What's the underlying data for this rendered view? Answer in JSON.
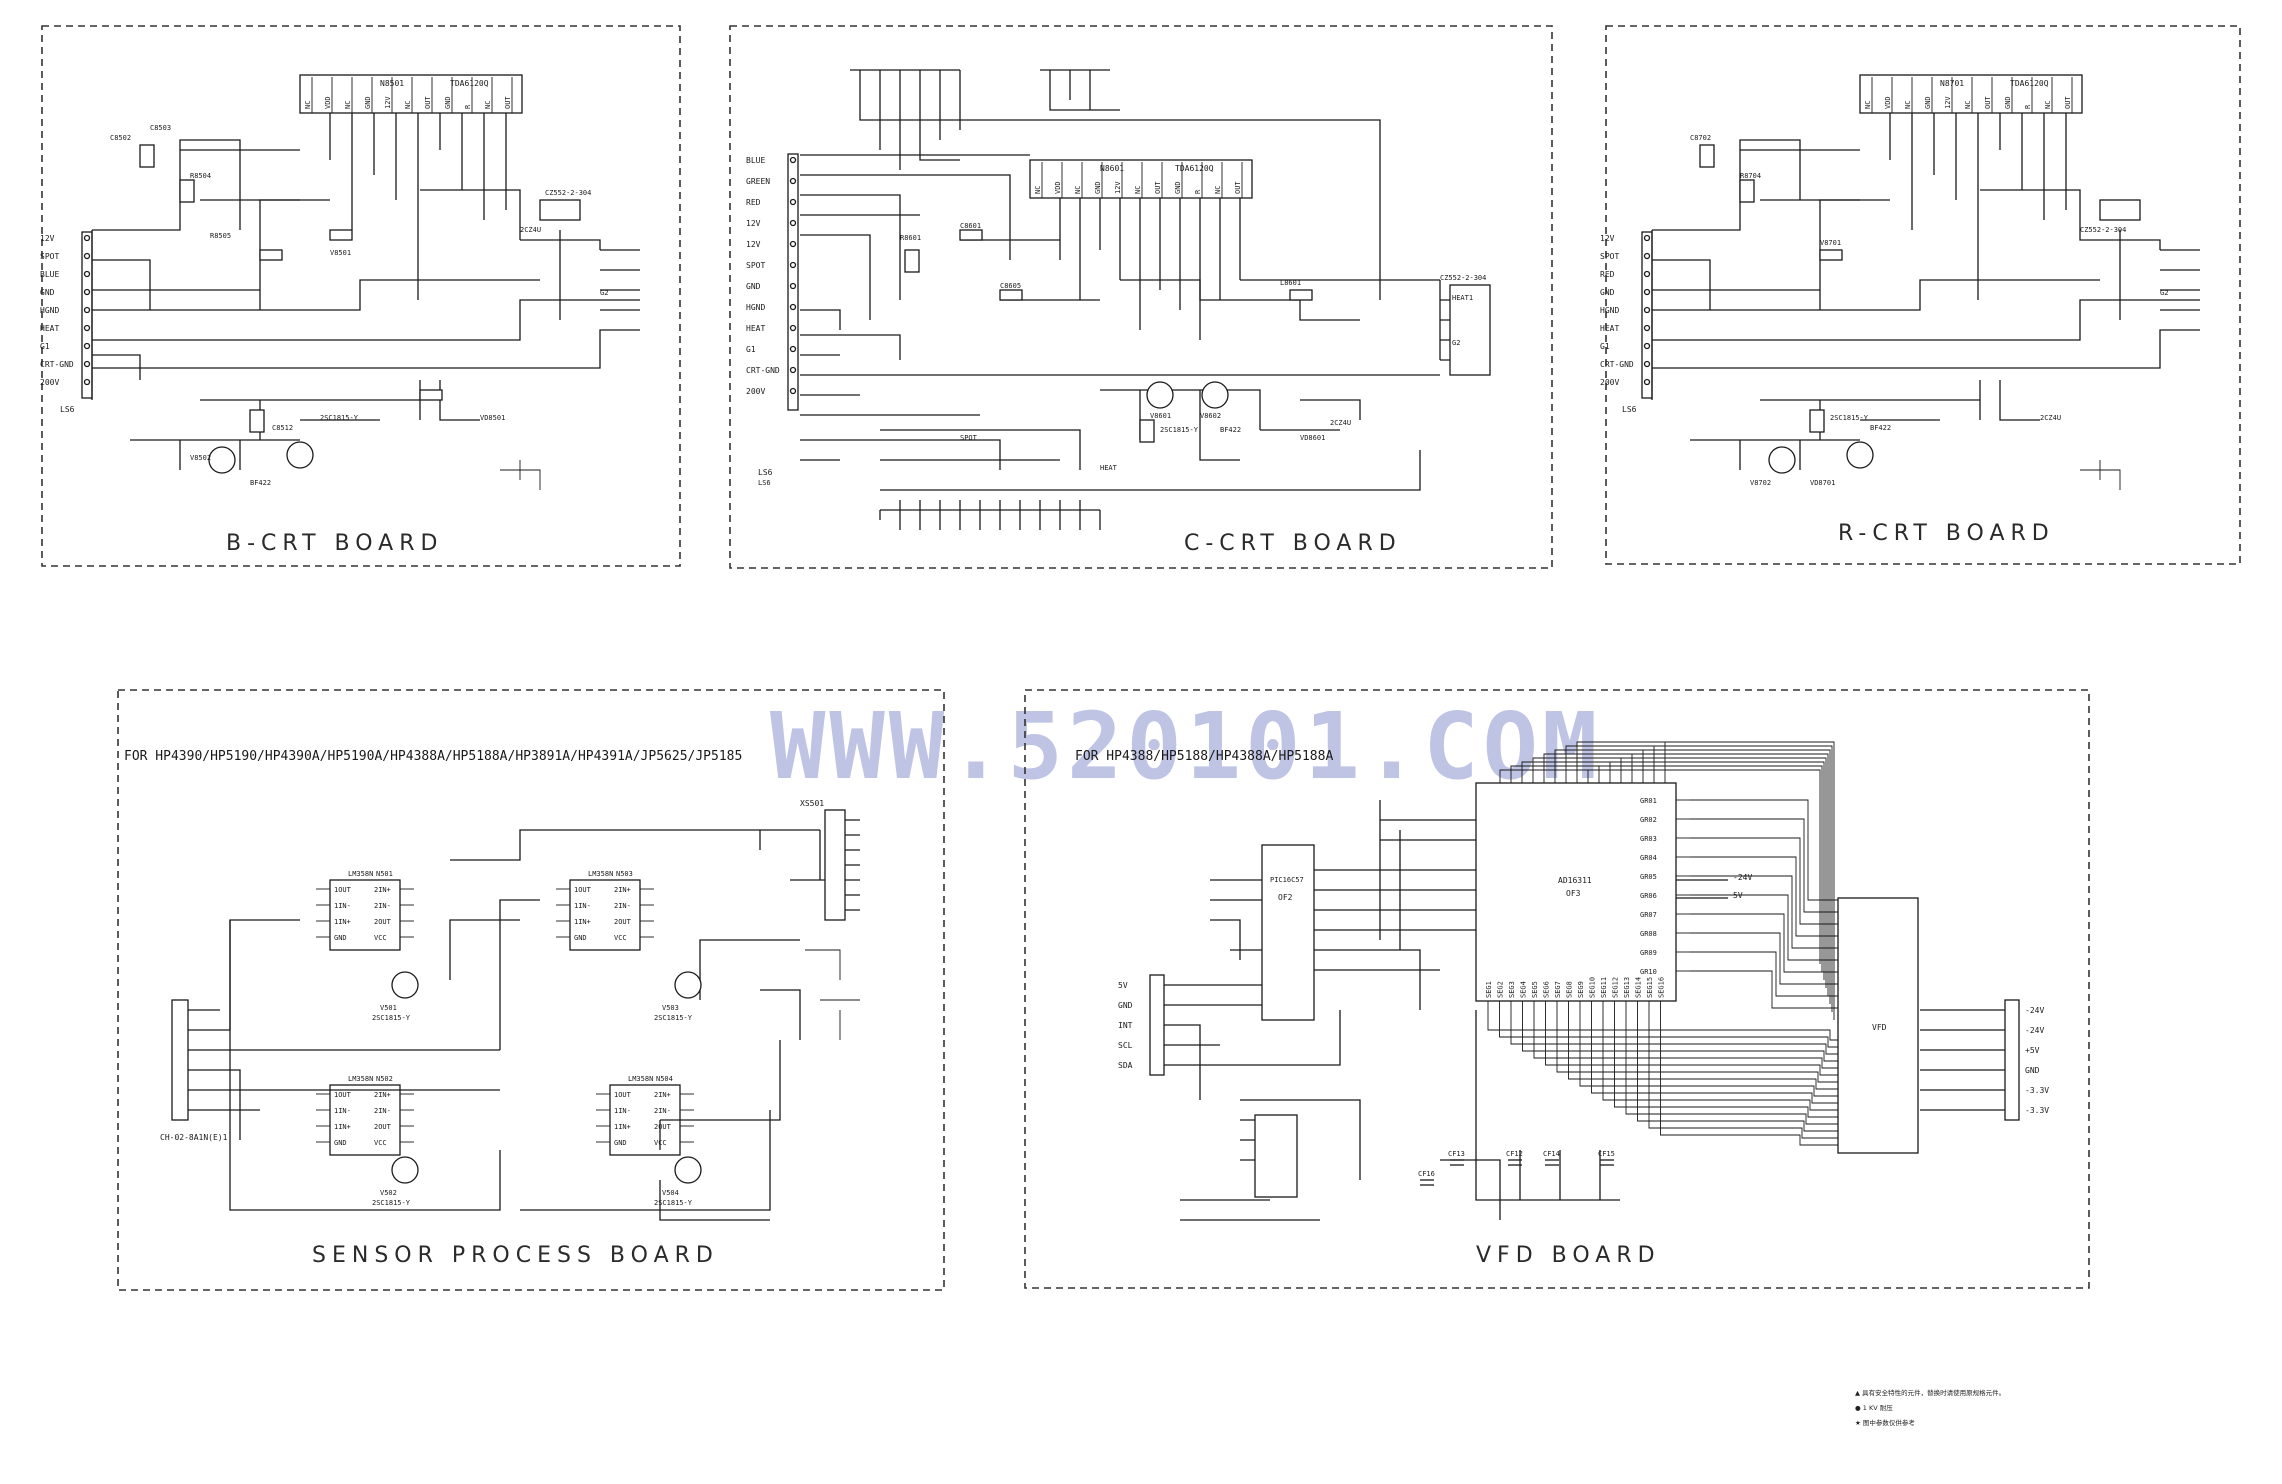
{
  "watermark": "WWW.520101.COM",
  "panels": {
    "bcrt": {
      "title": "B-CRT   BOARD",
      "ic_top": "N8501",
      "ic_part": "TDA6120Q",
      "pins": [
        "NC",
        "VDD",
        "NC",
        "GND",
        "12V",
        "NC",
        "OUT",
        "GND",
        "R",
        "NC",
        "OUT"
      ],
      "inputs": [
        "12V",
        "SPOT",
        "BLUE",
        "GND",
        "HGND",
        "HEAT",
        "G1",
        "CRT-GND",
        "200V"
      ],
      "conn_label": "LS6",
      "parts": [
        "C8502",
        "C8503",
        "R8504",
        "R8505",
        "V8501",
        "V8502",
        "C8512",
        "2SC1815-Y",
        "BF422",
        "VD8501",
        "2CZ4U",
        "CZ552-2-304",
        "G2"
      ]
    },
    "ccrt": {
      "title": "C-CRT   BOARD",
      "ic_top": "N8601",
      "ic_part": "TDA6120Q",
      "pins": [
        "NC",
        "VDD",
        "NC",
        "GND",
        "12V",
        "NC",
        "OUT",
        "GND",
        "R",
        "NC",
        "OUT"
      ],
      "inputs": [
        "BLUE",
        "GREEN",
        "RED",
        "12V",
        "12V",
        "SPOT",
        "GND",
        "HGND",
        "HEAT",
        "G1",
        "CRT-GND",
        "200V"
      ],
      "conn_label": "LS6",
      "parts": [
        "R8601",
        "C8601",
        "C8605",
        "V8601",
        "V8602",
        "2SC1815-Y",
        "BF422",
        "VD8601",
        "2CZ4U",
        "CZ552-2-304",
        "L8601",
        "LS6",
        "HEAT1",
        "G2",
        "SPOT",
        "HEAT"
      ]
    },
    "rcrt": {
      "title": "R-CRT   BOARD",
      "ic_top": "N8701",
      "ic_part": "TDA6120Q",
      "pins": [
        "NC",
        "VDD",
        "NC",
        "GND",
        "12V",
        "NC",
        "OUT",
        "GND",
        "R",
        "NC",
        "OUT"
      ],
      "inputs": [
        "12V",
        "SPOT",
        "RED",
        "GND",
        "HGND",
        "HEAT",
        "G1",
        "CRT-GND",
        "200V"
      ],
      "conn_label": "LS6",
      "parts": [
        "C8702",
        "R8704",
        "V8701",
        "V8702",
        "2SC1815-Y",
        "BF422",
        "VD8701",
        "2CZ4U",
        "CZ552-2-304",
        "G2"
      ]
    },
    "sensor": {
      "title": "SENSOR   PROCESS   BOARD",
      "models": "FOR HP4390/HP5190/HP4390A/HP5190A/HP4388A/HP5188A/HP3891A/HP4391A/JP5625/JP5185",
      "ic_part": "LM358N",
      "ic_pins": [
        "1OUT",
        "1IN-",
        "1IN+",
        "GND",
        "2IN+",
        "2IN-",
        "2OUT",
        "VCC"
      ],
      "ic_names": [
        "N501",
        "N503",
        "N502",
        "N504"
      ],
      "transistors": [
        "V501",
        "V503",
        "V502",
        "V504"
      ],
      "transistor_part": "2SC1815-Y",
      "conn_out": "XS501",
      "conn_in": "CH-02-8A1N(E)1"
    },
    "vfd": {
      "title": "VFD   BOARD",
      "models": "FOR HP4388/HP5188/HP4388A/HP5188A",
      "main_ic": "AD16311",
      "main_ic_ref": "OF3",
      "mcu_ref": "OF2",
      "mcu_part": "PIC16C57",
      "display": "VFD",
      "power_pins": [
        "-24V",
        "5V"
      ],
      "conn_left": [
        "5V",
        "GND",
        "INT",
        "SCL",
        "SDA"
      ],
      "conn_right": [
        "-24V",
        "-24V",
        "+5V",
        "GND",
        "-3.3V",
        "-3.3V"
      ],
      "caps": [
        "CF13",
        "CF12",
        "CF14",
        "CF15",
        "CF16"
      ],
      "grid_pins": [
        "GR01",
        "GR02",
        "GR03",
        "GR04",
        "GR05",
        "GR06",
        "GR07",
        "GR08",
        "GR09",
        "GR10"
      ],
      "seg_pins": [
        "SEG1",
        "SEG2",
        "SEG3",
        "SEG4",
        "SEG5",
        "SEG6",
        "SEG7",
        "SEG8",
        "SEG9",
        "SEG10",
        "SEG11",
        "SEG12",
        "SEG13",
        "SEG14",
        "SEG15",
        "SEG16"
      ]
    }
  },
  "notes": [
    "▲ 具有安全特性的元件，替换时请使用原规格元件。",
    "● 1 KV 耐压",
    "★ 图中参数仅供参考"
  ]
}
